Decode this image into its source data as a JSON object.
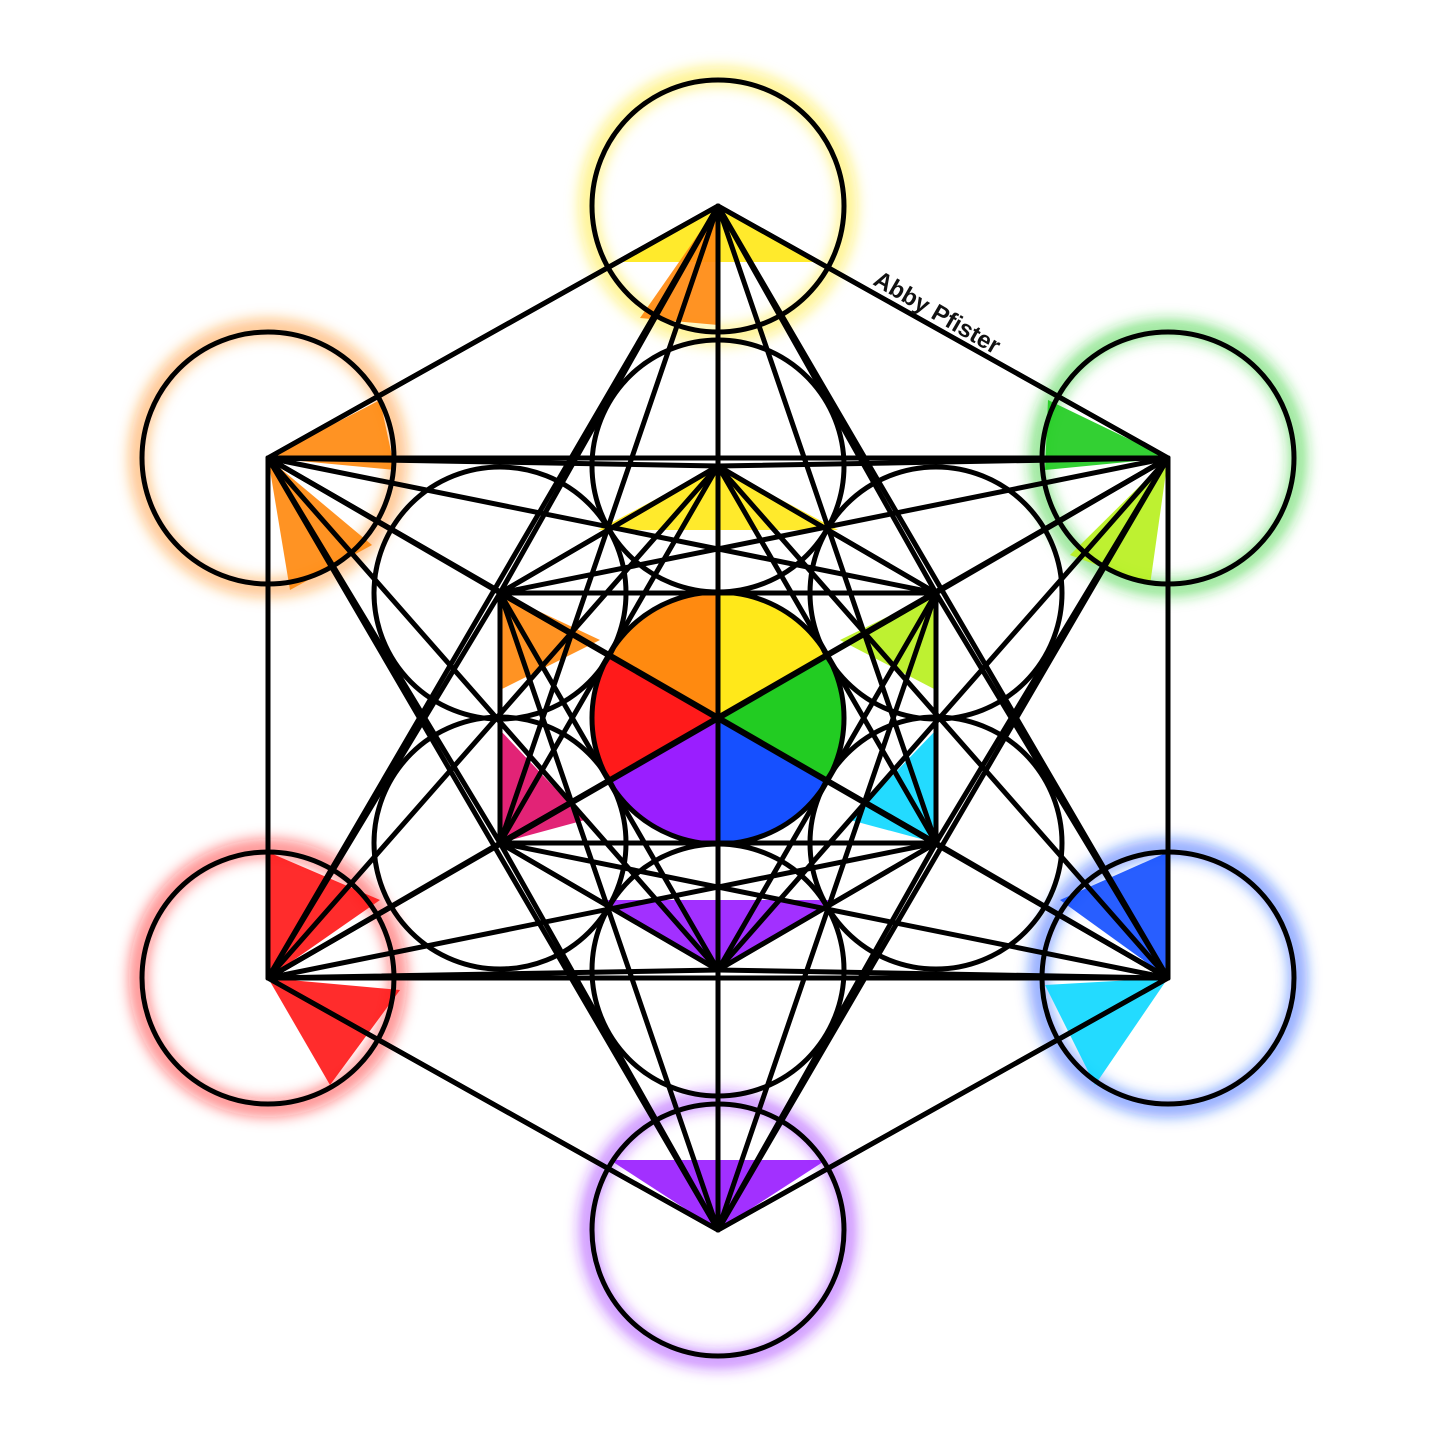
{
  "artwork": {
    "signature": "Abby Pfister"
  },
  "palette": {
    "yellow": "#ffe81a",
    "orange": "#ff8a10",
    "red": "#ff1a1a",
    "magenta": "#e0106a",
    "violet": "#9a1eff",
    "blue": "#1650ff",
    "cyan": "#10d8ff",
    "green": "#22cc22",
    "lime": "#b8f020",
    "line": "#000000",
    "background": "#ffffff"
  },
  "rings": [
    {
      "name": "top",
      "glow": "yellow"
    },
    {
      "name": "upper-left",
      "glow": "orange"
    },
    {
      "name": "upper-right",
      "glow": "green"
    },
    {
      "name": "lower-left",
      "glow": "red"
    },
    {
      "name": "lower-right",
      "glow": "blue"
    },
    {
      "name": "bottom",
      "glow": "violet"
    }
  ],
  "center_wheel": {
    "sectors": [
      "orange",
      "yellow",
      "green",
      "blue",
      "violet",
      "red"
    ]
  }
}
